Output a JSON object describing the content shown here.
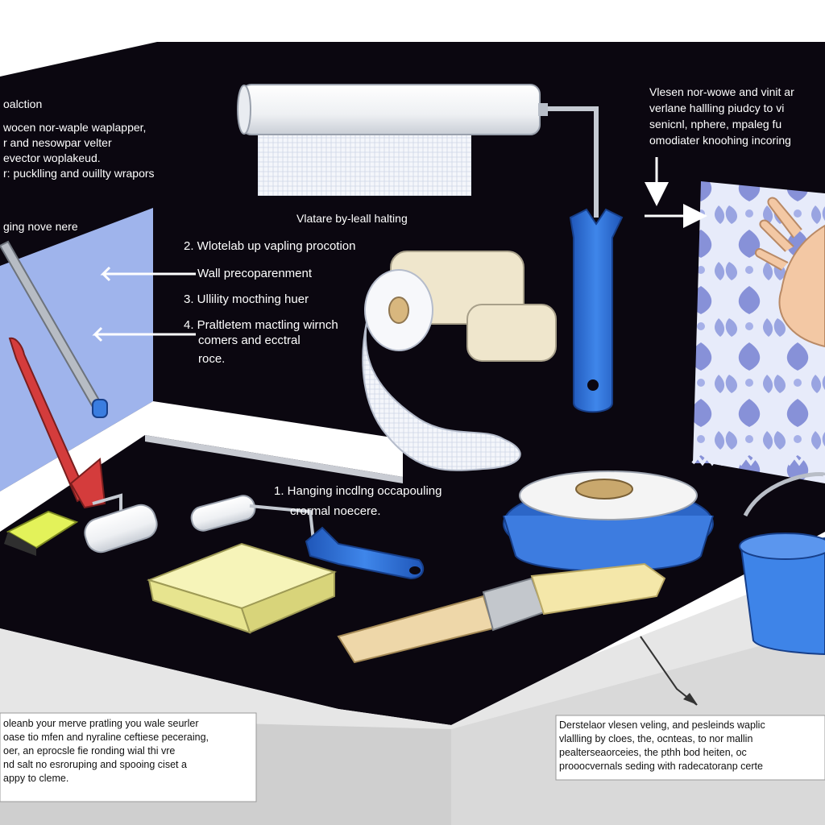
{
  "colors": {
    "wall_dark": "#0b0710",
    "wall_blue": "#9fb4ec",
    "floor_grey": "#d8d8d8",
    "tool_blue": "#2f6fd6",
    "handle_red": "#d43c3c",
    "sponge_yellow": "#f3f0a6",
    "sponge_green": "#e3f25a",
    "brush_wood": "#e9d5a7",
    "wallpaper_pattern": "#5f6ec9"
  },
  "labels": {
    "top_left": [
      "oalction",
      "wocen nor-waple waplapper,",
      "r and nesowpar velter",
      "evector woplakeud.",
      "r: pucklling and ouillty wrapors"
    ],
    "left_mid": "ging nove nere",
    "roller_caption": "Vlatare by-leall halting",
    "steps": {
      "step2": "2. Wlotelab up vapling procotion",
      "wall_prep": "Wall precoparenment",
      "step3": "3. Ullility mocthing huer",
      "step4_line1": "4. Praltletem mactling wirnch",
      "step4_line2": "comers and ecctral",
      "step4_line3": "roce."
    },
    "step1_line1": "1. Hanging incdlng occapouling",
    "step1_line2": "crormal noecere.",
    "top_right": [
      "Vlesen nor-wowe and vinit ar",
      "verlane hallling piudcy to vi",
      "senicnl, nphere, mpaleg fu",
      "omodiater knoohing incoring"
    ],
    "bottom_left": [
      "oleanb your merve pratling you wale seurler",
      "oase tio mfen and nyraline ceftiese peceraing,",
      "oer, an eprocsle fie ronding wial thi vre",
      "nd salt no esroruping and spooing ciset a",
      "appy to cleme."
    ],
    "bottom_right": [
      "Derstelaor vlesen veling, and pesleinds waplic",
      "vlallling by cloes, the, ocnteas, to nor mallin",
      "pealterseaorceies, the pthh bod heiten, oc",
      "prooocvernals seding with radecatoranp certe"
    ]
  },
  "icons": [
    "paint-roller-icon",
    "wallpaper-roll-icon",
    "masking-tape-icon",
    "bucket-icon",
    "paint-brush-icon",
    "sponge-icon",
    "seam-roller-icon",
    "smoothing-tool-icon",
    "scraper-icon",
    "hand-icon",
    "arrow-icon"
  ]
}
